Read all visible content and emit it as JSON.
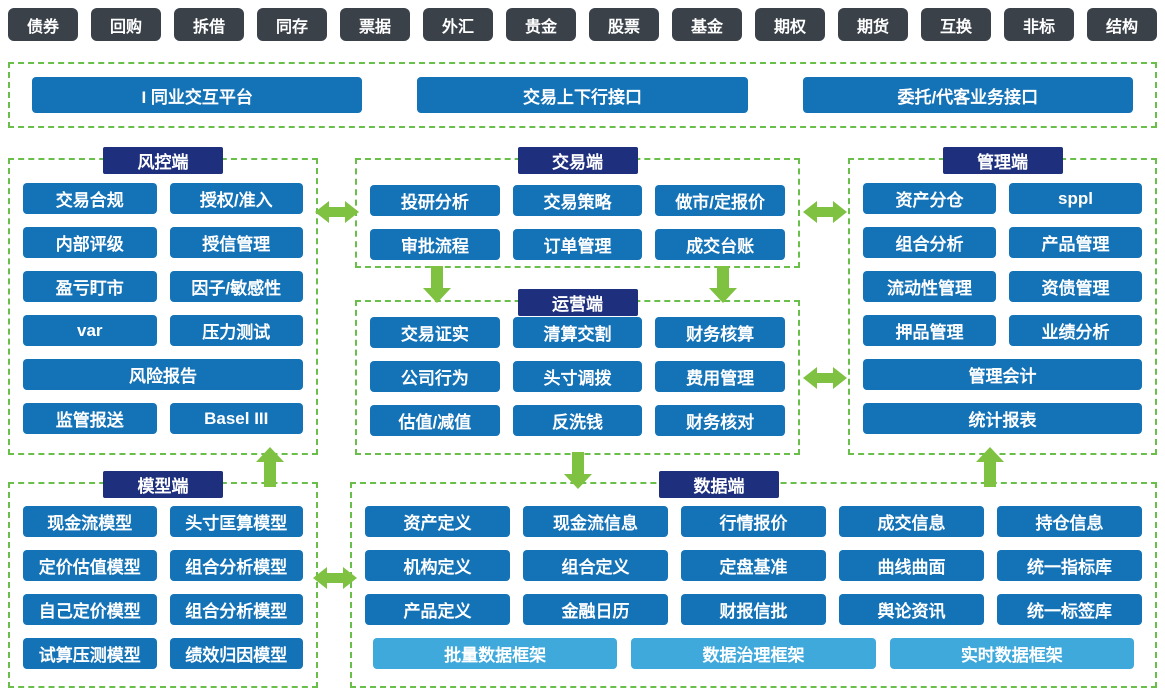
{
  "tabs": [
    "债券",
    "回购",
    "拆借",
    "同存",
    "票据",
    "外汇",
    "贵金",
    "股票",
    "基金",
    "期权",
    "期货",
    "互换",
    "非标",
    "结构"
  ],
  "iface": [
    "I 同业交互平台",
    "交易上下行接口",
    "委托/代客业务接口"
  ],
  "risk": {
    "title": "风控端",
    "b": [
      "交易合规",
      "授权/准入",
      "内部评级",
      "授信管理",
      "盈亏盯市",
      "因子/敏感性",
      "var",
      "压力测试",
      "风险报告",
      "监管报送",
      "Basel III"
    ]
  },
  "trading": {
    "title": "交易端",
    "b": [
      "投研分析",
      "交易策略",
      "做市/定报价",
      "审批流程",
      "订单管理",
      "成交台账"
    ]
  },
  "mgmt": {
    "title": "管理端",
    "b": [
      "资产分仓",
      "sppl",
      "组合分析",
      "产品管理",
      "流动性管理",
      "资债管理",
      "押品管理",
      "业绩分析",
      "管理会计",
      "统计报表"
    ]
  },
  "ops": {
    "title": "运营端",
    "b": [
      "交易证实",
      "清算交割",
      "财务核算",
      "公司行为",
      "头寸调拨",
      "费用管理",
      "估值/减值",
      "反洗钱",
      "财务核对"
    ]
  },
  "model": {
    "title": "模型端",
    "b": [
      "现金流模型",
      "头寸匡算模型",
      "定价估值模型",
      "组合分析模型",
      "自己定价模型",
      "组合分析模型",
      "试算压测模型",
      "绩效归因模型"
    ]
  },
  "data": {
    "title": "数据端",
    "b": [
      "资产定义",
      "现金流信息",
      "行情报价",
      "成交信息",
      "持仓信息",
      "机构定义",
      "组合定义",
      "定盘基准",
      "曲线曲面",
      "统一指标库",
      "产品定义",
      "金融日历",
      "财报信批",
      "舆论资讯",
      "统一标签库"
    ],
    "fw": [
      "批量数据框架",
      "数据治理框架",
      "实时数据框架"
    ]
  },
  "colors": {
    "button_blue": "#1472b7",
    "framework_blue": "#3fa9dc",
    "header_navy": "#1e2f7d",
    "tab_dark": "#3a4149",
    "frame_green": "#6abf4b",
    "arrow_green": "#7fc241"
  }
}
